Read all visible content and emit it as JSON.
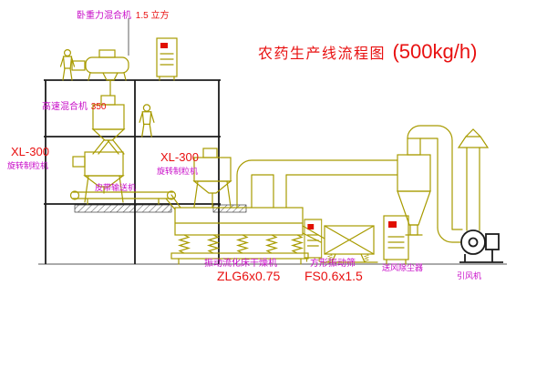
{
  "title": {
    "name": "农药生产线流程图",
    "capacity": "(500kg/h)"
  },
  "labels": {
    "horizontal_mixer": {
      "name": "卧重力混合机",
      "spec": "1.5 立方"
    },
    "high_speed_mixer": {
      "name": "高速混合机",
      "spec": "350"
    },
    "granulator_left": {
      "model": "XL-300",
      "name": "旋转制粒机"
    },
    "granulator_mid": {
      "model": "XL-300",
      "name": "旋转制粒机"
    },
    "belt_conveyor": "皮带输送机",
    "fluid_bed_dryer": {
      "name": "振动流化床干燥机",
      "model": "ZLG6x0.75"
    },
    "vibrating_screen": {
      "name": "方形振动筛",
      "model": "FS0.6x1.5"
    },
    "dust_collector": "送风除尘器",
    "induced_draft_fan": "引风机"
  },
  "colors": {
    "equipment_line": "#a89b00",
    "structure_line": "#1c1c1c",
    "label_magenta": "#c80cc8",
    "label_red": "#e81010",
    "indicator_red": "#e11000",
    "background": "#ffffff"
  }
}
